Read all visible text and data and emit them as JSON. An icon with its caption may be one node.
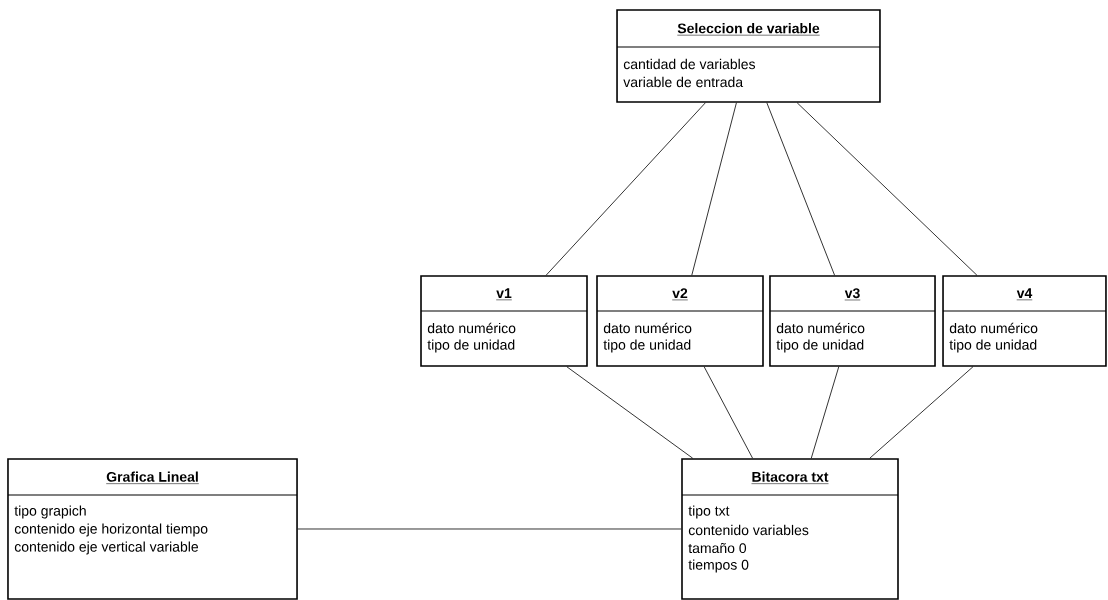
{
  "diagram": {
    "nodes": [
      {
        "text": [
          "Seleccion de variable",
          "cantidad de variables",
          "variable de entrada"
        ]
      },
      {
        "text": [
          "v1",
          "dato numérico",
          "tipo de unidad"
        ]
      },
      {
        "text": [
          "v2",
          "dato numérico",
          "tipo de unidad"
        ]
      },
      {
        "text": [
          "v3",
          "dato numérico",
          "tipo de unidad"
        ]
      },
      {
        "text": [
          "v4",
          "dato numérico",
          "tipo de unidad"
        ]
      },
      {
        "text": [
          "Grafica Lineal",
          "tipo grapich",
          "contenido eje horizontal tiempo",
          "contenido eje vertical variable"
        ]
      },
      {
        "text": [
          "Bitacora txt",
          "tipo txt",
          "contenido variables",
          "tamaño 0",
          "tiempos 0"
        ]
      }
    ],
    "edges": [
      {
        "from": 0,
        "to": 1,
        "arrow": "none"
      },
      {
        "from": 0,
        "to": 2,
        "arrow": "none"
      },
      {
        "from": 0,
        "to": 3,
        "arrow": "none"
      },
      {
        "from": 0,
        "to": 4,
        "arrow": "none"
      },
      {
        "from": 1,
        "to": 6,
        "arrow": "none"
      },
      {
        "from": 2,
        "to": 6,
        "arrow": "none"
      },
      {
        "from": 3,
        "to": 6,
        "arrow": "none"
      },
      {
        "from": 4,
        "to": 6,
        "arrow": "none"
      },
      {
        "from": 5,
        "to": 6,
        "arrow": "none"
      }
    ]
  }
}
